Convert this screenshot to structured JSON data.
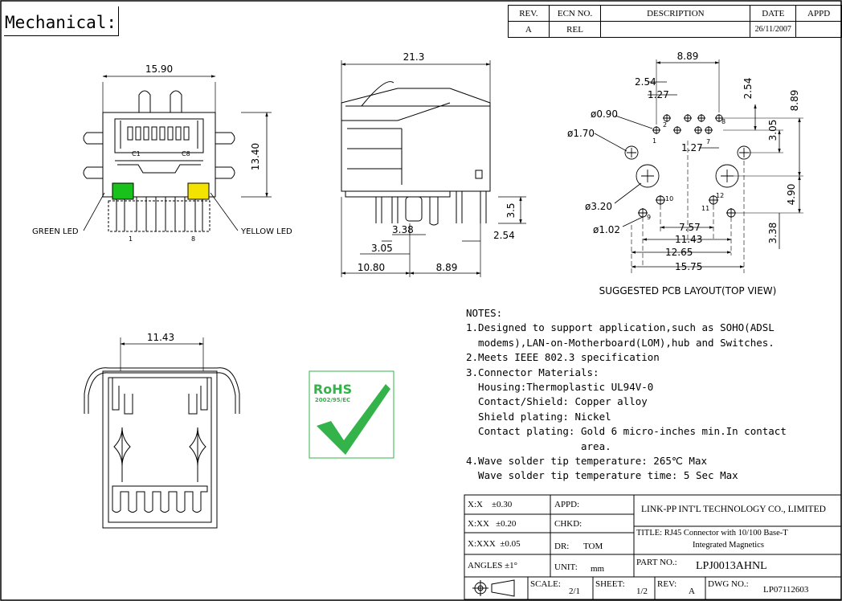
{
  "header": {
    "title": "Mechanical:"
  },
  "revision_block": {
    "headers": [
      "REV.",
      "ECN NO.",
      "DESCRIPTION",
      "DATE",
      "APPD"
    ],
    "row": [
      "A",
      "REL",
      "",
      "26/11/2007",
      ""
    ]
  },
  "front_view": {
    "width_dim": "15.90",
    "height_dim": "13.40",
    "label_c1": "C1",
    "label_c8": "C8",
    "green_led": "GREEN LED",
    "yellow_led": "YELLOW LED",
    "pin_1": "1",
    "pin_8": "8",
    "green_color": "#19c21a",
    "yellow_color": "#f2e300"
  },
  "side_view": {
    "length_dim": "21.3",
    "dim_3_38": "3.38",
    "dim_3_05": "3.05",
    "dim_10_80": "10.80",
    "dim_8_89": "8.89",
    "dim_3_5": "3.5",
    "dim_2_54": "2.54"
  },
  "pcb_layout": {
    "dims": {
      "top_8_89": "8.89",
      "d_2_54_top": "2.54",
      "d_1_27_top": "1.27",
      "d_0_90": "ø0.90",
      "d_1_70": "ø1.70",
      "d_3_20": "ø3.20",
      "d_1_02": "ø1.02",
      "d_1_27_mid": "1.27",
      "d_7_57": "7.57",
      "d_11_43": "11.43",
      "d_12_65": "12.65",
      "d_15_75": "15.75",
      "v_2_54": "2.54",
      "v_8_89": "8.89",
      "v_3_05": "3.05",
      "v_4_90": "4.90",
      "v_3_38": "3.38"
    },
    "pin_labels": [
      "1",
      "2",
      "7",
      "8",
      "9",
      "10",
      "11",
      "12"
    ],
    "caption": "SUGGESTED PCB LAYOUT(TOP VIEW)"
  },
  "bottom_view": {
    "width_dim": "11.43"
  },
  "rohs": {
    "line1": "RoHS",
    "line2": "2002/95/EC",
    "color": "#33b34a"
  },
  "notes": {
    "heading": "NOTES:",
    "lines": [
      "1.Designed to support application,such as SOHO(ADSL",
      "  modems),LAN-on-Motherboard(LOM),hub and Switches.",
      "2.Meets IEEE 802.3 specification",
      "3.Connector Materials:",
      "  Housing:Thermoplastic UL94V-0",
      "  Contact/Shield: Copper alloy",
      "  Shield plating: Nickel",
      "  Contact plating: Gold 6 micro-inches min.In contact",
      "                   area.",
      "4.Wave solder tip temperature: 265℃ Max",
      "  Wave solder tip temperature time: 5 Sec Max"
    ]
  },
  "title_block": {
    "tol_x": "X:X    ±0.30",
    "tol_xx": "X:XX   ±0.20",
    "tol_xxx": "X:XXX  ±0.05",
    "angles": "ANGLES ±1°",
    "appd": "APPD:",
    "chkd": "CHKD:",
    "dr_label": "DR:",
    "dr_value": "TOM",
    "unit_label": "UNIT:",
    "unit_value": "mm",
    "company": "LINK-PP INT'L TECHNOLOGY CO., LIMITED",
    "title_line1": "TITLE: RJ45 Connector with 10/100 Base-T",
    "title_line2": "Integrated Magnetics",
    "part_label": "PART NO.:",
    "part_value": "LPJ0013AHNL",
    "scale_label": "SCALE:",
    "scale_value": "2/1",
    "sheet_label": "SHEET:",
    "sheet_value": "1/2",
    "rev_label": "REV:",
    "rev_value": "A",
    "dwg_label": "DWG NO.:",
    "dwg_value": "LP07112603"
  }
}
